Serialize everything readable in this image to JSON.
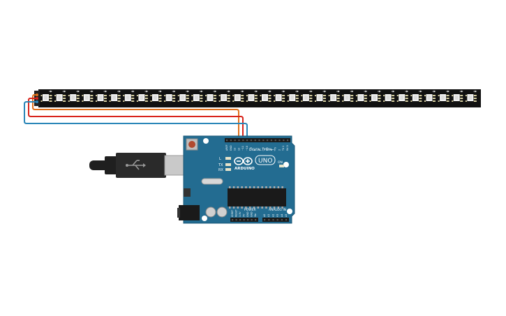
{
  "led_strip": {
    "pixel_count": 32
  },
  "arduino": {
    "brand": "ARDUINO",
    "model": "UNO",
    "header_digital_label": "DIGITAL (PWM~)",
    "header_power_label": "POWER",
    "header_analog_label": "ANALOG IN",
    "led_labels": [
      "L",
      "TX",
      "RX"
    ],
    "on_label": "ON",
    "digital_pins": [
      "AREF",
      "GND",
      "13",
      "12",
      "~11",
      "~10",
      "~9",
      "8",
      "7",
      "~6",
      "~5",
      "4",
      "~3",
      "2",
      "TX 1",
      "RX 0"
    ],
    "power_pins": [
      "IOREF",
      "RESET",
      "3.3V",
      "5V",
      "GND",
      "GND",
      "Vin"
    ],
    "analog_pins": [
      "A0",
      "A1",
      "A2",
      "A3",
      "A4",
      "A5"
    ]
  },
  "wires": {
    "colors": {
      "signal": "#e0701a",
      "power": "#d8231b",
      "ground": "#2a86b8"
    }
  },
  "usb_cable": {
    "color": "#1f1f1f"
  }
}
